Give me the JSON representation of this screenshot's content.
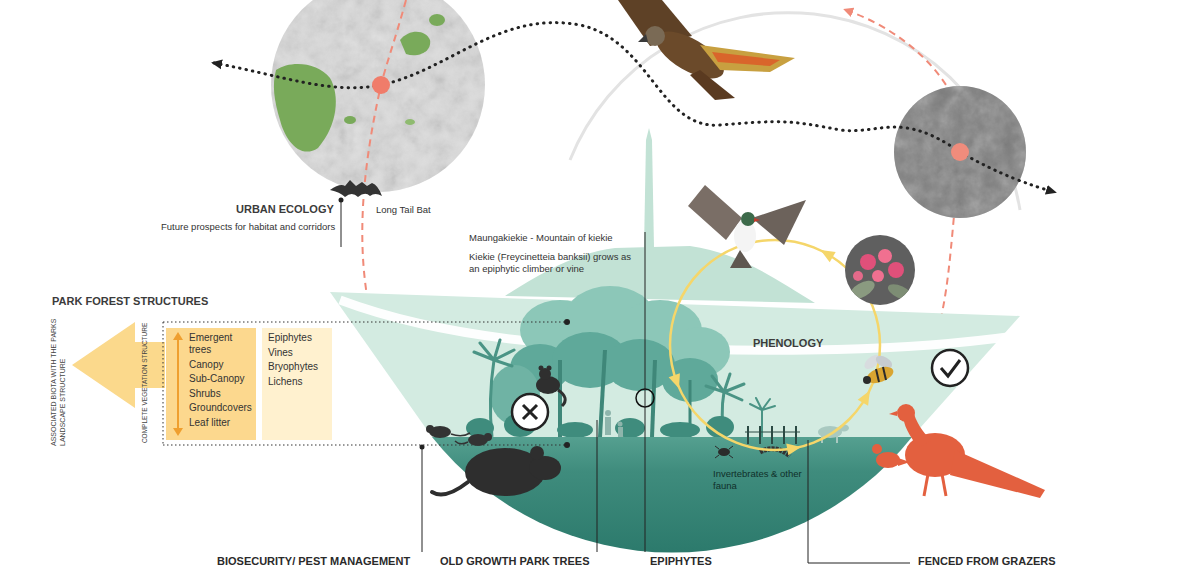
{
  "diagram": {
    "nodes": [
      {
        "text": [
          "Emergent trees",
          "Canopy",
          "Sub-Canopy",
          "Shrubs",
          "Groundcovers",
          "Leaf litter"
        ]
      },
      {
        "text": [
          "Epiphytes",
          "Vines",
          "Bryophytes",
          "Lichens"
        ]
      }
    ],
    "labels": [
      "URBAN ECOLOGY",
      "Future prospects for habitat and corridors",
      "Long Tail Bat",
      "Maungakiekie - Mountain of kiekie",
      "Kiekie (Freycinetteia banksii) grows as an epiphytic climber or vine",
      "PARK FOREST STRUCTURES",
      "ASSOCIATED BIOTA WITH THE PARKS LANDSCAPE STRUCTURE",
      "COMPLETE VEGETATION STRUCTURE",
      "PHENOLOGY",
      "Invertebrates & other fauna",
      "BIOSECURITY/ PEST MANAGEMENT",
      "OLD GROWTH PARK TREES",
      "EPIPHYTES",
      "FENCED FROM GRAZERS"
    ]
  }
}
